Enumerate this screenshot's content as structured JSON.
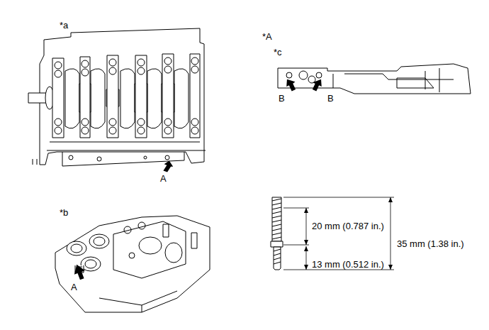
{
  "diagram": {
    "labels": [
      "*a",
      "A",
      "*b",
      "A",
      "*A",
      "*c",
      "B",
      "B",
      "20 mm (0.787 in.)",
      "13 mm (0.512 in.)",
      "35 mm (1.38 in.)"
    ]
  }
}
